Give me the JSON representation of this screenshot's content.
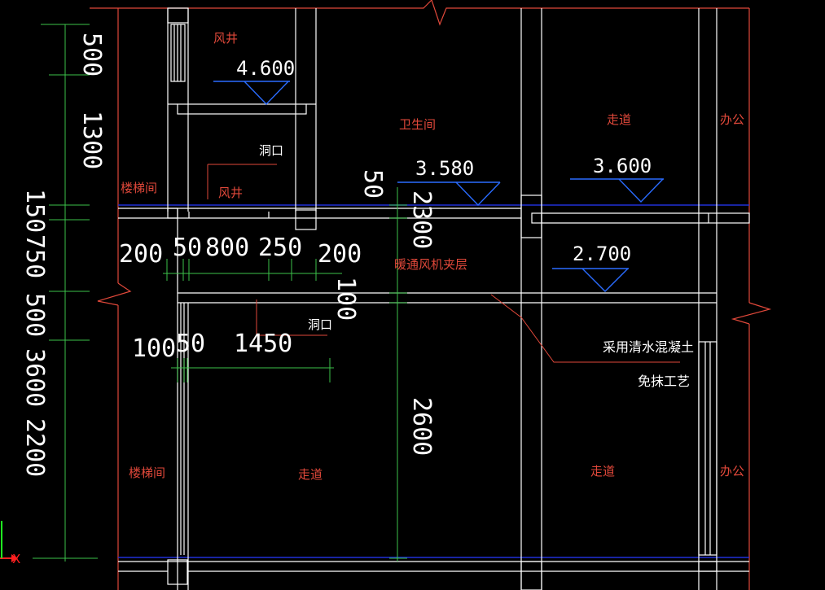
{
  "rooms": {
    "fengjing_top": "风井",
    "fengjing_mid": "风井",
    "dongkou_top": "洞口",
    "dongkou_mid": "洞口",
    "louti_top": "楼梯间",
    "louti_bottom": "楼梯间",
    "weishengjian": "卫生间",
    "zoudao_top": "走道",
    "bangong_top": "办公",
    "jiaceng": "暖通风机夹层",
    "zoudao_bottom_left": "走道",
    "zoudao_bottom_right": "走道",
    "bangong_bottom": "办公"
  },
  "elevations": {
    "e1": "4.600",
    "e2": "3.580",
    "e3": "3.600",
    "e4": "2.700"
  },
  "notes": {
    "line1": "采用清水混凝土",
    "line2": "免抹工艺"
  },
  "left_dims": {
    "d500": "500",
    "d1300": "1300",
    "d150": "150",
    "d750": "750",
    "d500b": "500",
    "d3600": "3600",
    "d2200": "2200"
  },
  "horiz_dims": {
    "d200a": "200",
    "d50a": "50",
    "d800": "800",
    "d250": "250",
    "d200b": "200",
    "d100a": "100",
    "d50b": "50",
    "d1450": "1450"
  },
  "mid_dims": {
    "d50": "50",
    "d2300": "2300",
    "d100": "100",
    "d2600": "2600"
  },
  "ucs": {
    "x_label": "X"
  }
}
